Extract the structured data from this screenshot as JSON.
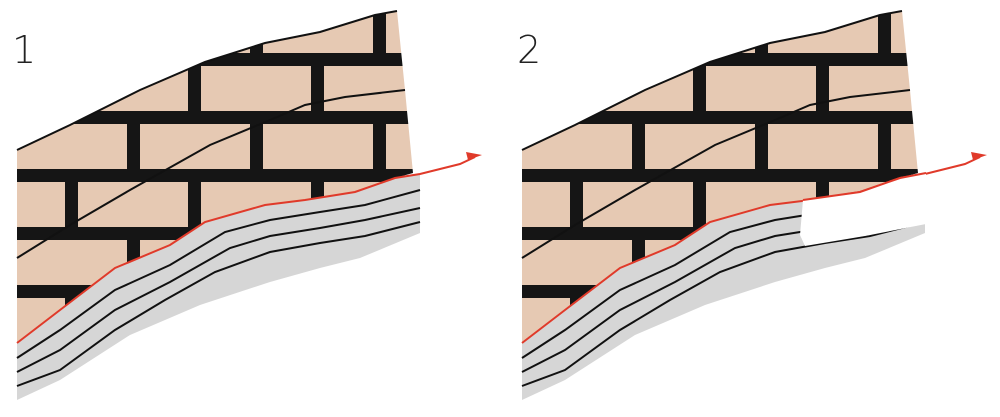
{
  "panels": [
    {
      "label": "1",
      "state": "intact"
    },
    {
      "label": "2",
      "state": "layers-detached"
    }
  ],
  "colors": {
    "brick": "#e6c9b3",
    "mortar": "#151515",
    "layers": "#d6d6d6",
    "crack_line": "#e03a2a"
  }
}
